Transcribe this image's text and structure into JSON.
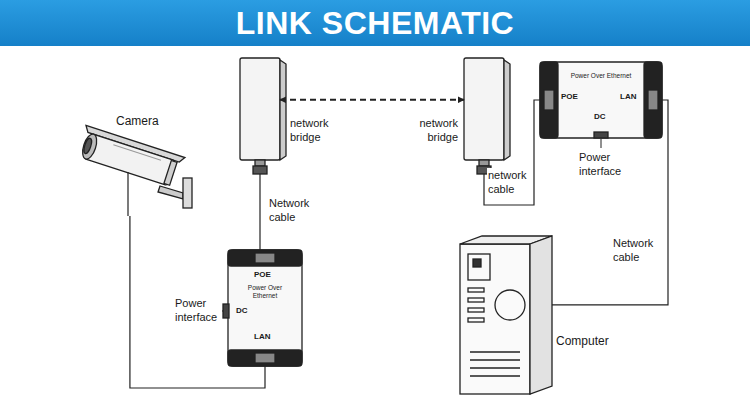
{
  "diagram": {
    "title": "LINK SCHEMATIC",
    "nodes": [
      {
        "text": [
          "Camera"
        ]
      },
      {
        "text": [
          "network bridge"
        ]
      },
      {
        "text": [
          "network bridge"
        ]
      },
      {
        "text": [
          "POE",
          "Power Over Ethernet",
          "DC",
          "LAN"
        ]
      },
      {
        "text": [
          "POE",
          "Power Over Ethernet",
          "DC",
          "LAN"
        ]
      },
      {
        "text": [
          "Computer"
        ]
      }
    ],
    "edges": [
      {
        "from": 1,
        "to": 2,
        "arrow": "both"
      },
      {
        "from": 1,
        "to": 4,
        "label": "Network cable",
        "arrow": "none"
      },
      {
        "from": 2,
        "to": 3,
        "label": "network cable",
        "arrow": "none"
      },
      {
        "from": 3,
        "to": 5,
        "label": "Network cable",
        "arrow": "none"
      },
      {
        "from": 0,
        "to": 4,
        "arrow": "none"
      }
    ],
    "labels": [
      "Power interface",
      "Power interface"
    ]
  }
}
